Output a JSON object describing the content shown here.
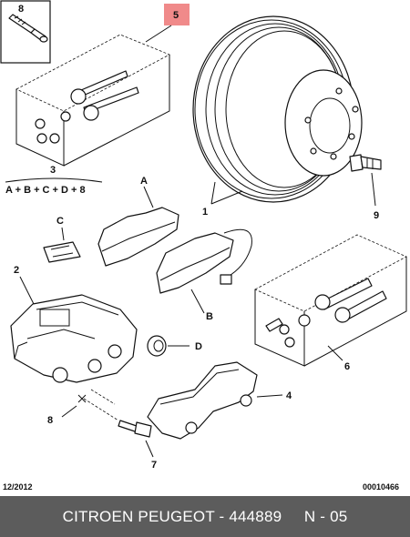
{
  "callouts": {
    "c1": "1",
    "c2": "2",
    "c3": "3",
    "c4": "4",
    "c5": "5",
    "c6": "6",
    "c7": "7",
    "c8": "8",
    "c9": "9",
    "cA": "A",
    "cB": "B",
    "cC": "C",
    "cD": "D",
    "c8_box": "8"
  },
  "formula": "A + B + C + D + 8",
  "date_code": "12/2012",
  "doc_number": "00010466",
  "footer": "CITROEN PEUGEOT - 444889     N - 05",
  "colors": {
    "highlight": "#f08a8a",
    "footer_bg": "#5c5c5c"
  }
}
